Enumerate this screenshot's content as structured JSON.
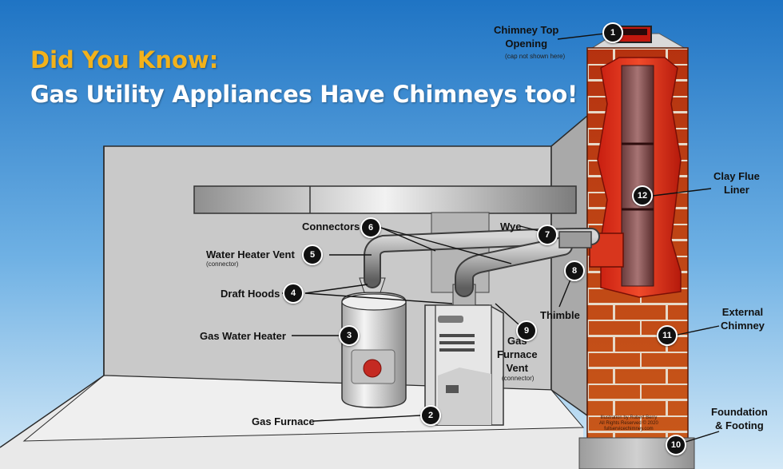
{
  "header": {
    "title": "Did You Know:",
    "subtitle": "Gas Utility Appliances Have Chimneys too!"
  },
  "colors": {
    "sky_top": "#1f74c4",
    "sky_bottom": "#cfe6f6",
    "title_accent": "#f2b21b",
    "brick": "#b9360e",
    "flue_liner": "#e2371c",
    "badge": "#111111"
  },
  "labels": {
    "chimney_top": "Chimney Top\nOpening",
    "chimney_top_note": "(cap not shown here)",
    "clay_flue_liner": "Clay Flue\nLiner",
    "external_chimney": "External\nChimney",
    "foundation": "Foundation\n& Footing",
    "connectors": "Connectors",
    "wye": "Wye",
    "thimble": "Thimble",
    "water_heater_vent": "Water Heater Vent",
    "water_heater_vent_note": "(connector)",
    "draft_hoods": "Draft Hoods",
    "gas_water_heater": "Gas Water Heater",
    "gas_furnace": "Gas Furnace",
    "gas_furnace_vent": "Gas\nFurnace\nVent",
    "gas_furnace_vent_note": "(connector)"
  },
  "badges": {
    "b1": "1",
    "b2": "2",
    "b3": "3",
    "b4": "4",
    "b5": "5",
    "b6": "6",
    "b7": "7",
    "b8": "8",
    "b9": "9",
    "b10": "10",
    "b11": "11",
    "b12": "12"
  },
  "credit": "Illustration by Robert Berry\nAll Rights Reserved © 2020\nfullservicechimney.com"
}
